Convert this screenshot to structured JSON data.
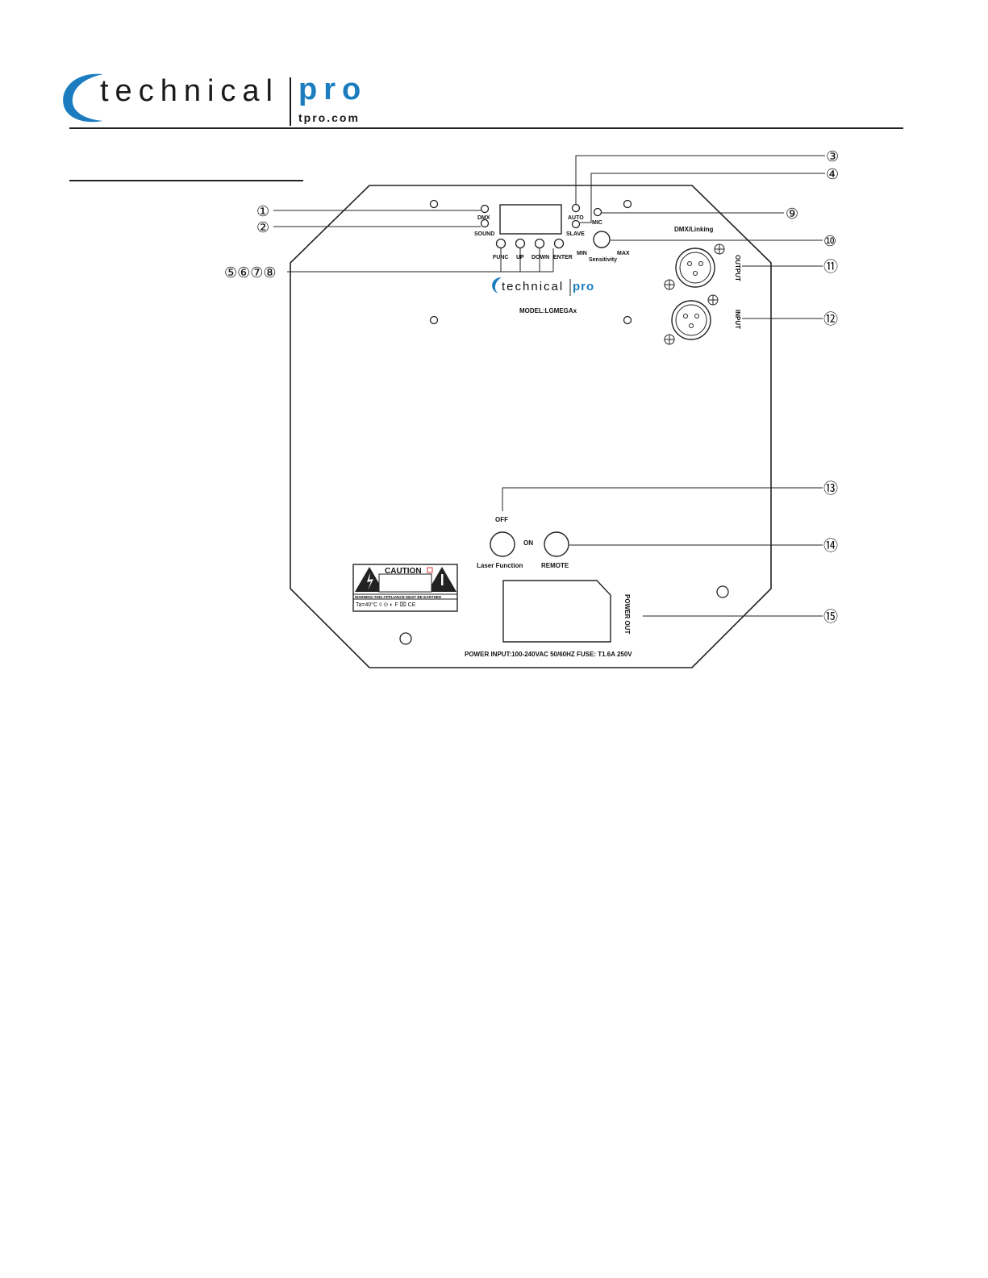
{
  "header": {
    "logo_word": "technical",
    "logo_pro": "pro",
    "logo_url": "tpro.com"
  },
  "panel": {
    "led_labels": {
      "dmx": "DMX",
      "sound": "SOUND",
      "auto": "AUTO",
      "slave": "SLAVE",
      "mic": "MIC"
    },
    "buttons": {
      "func": "FUNC",
      "up": "UP",
      "down": "DOWN",
      "enter": "ENTER"
    },
    "sensitivity": {
      "label": "Sensitivity",
      "min": "MIN",
      "max": "MAX"
    },
    "dmx_linking": "DMX/Linking",
    "output": "OUTPUT",
    "input": "INPUT",
    "model": "MODEL:LGMEGAx",
    "inner_logo": {
      "word": "technical",
      "pro": "pro"
    },
    "switch": {
      "off": "OFF",
      "on": "ON",
      "laser_function": "Laser Function",
      "remote": "REMOTE"
    },
    "caution": {
      "title": "CAUTION",
      "warning": "WARNING:THIS APPLIANCE MUST BE EARTHED",
      "symbols": "Ta=40°C  ◊  ⊙  ◐  F  ⌧  CE"
    },
    "power_out": "POWER OUT",
    "power_input": "POWER INPUT:100-240VAC 50/60HZ FUSE: T1.6A 250V"
  },
  "callouts": {
    "c1": "①",
    "c2": "②",
    "c3": "③",
    "c4": "④",
    "c5678": "⑤⑥⑦⑧",
    "c9": "⑨",
    "c10": "⑩",
    "c11": "⑪",
    "c12": "⑫",
    "c13": "⑬",
    "c14": "⑭",
    "c15": "⑮"
  }
}
